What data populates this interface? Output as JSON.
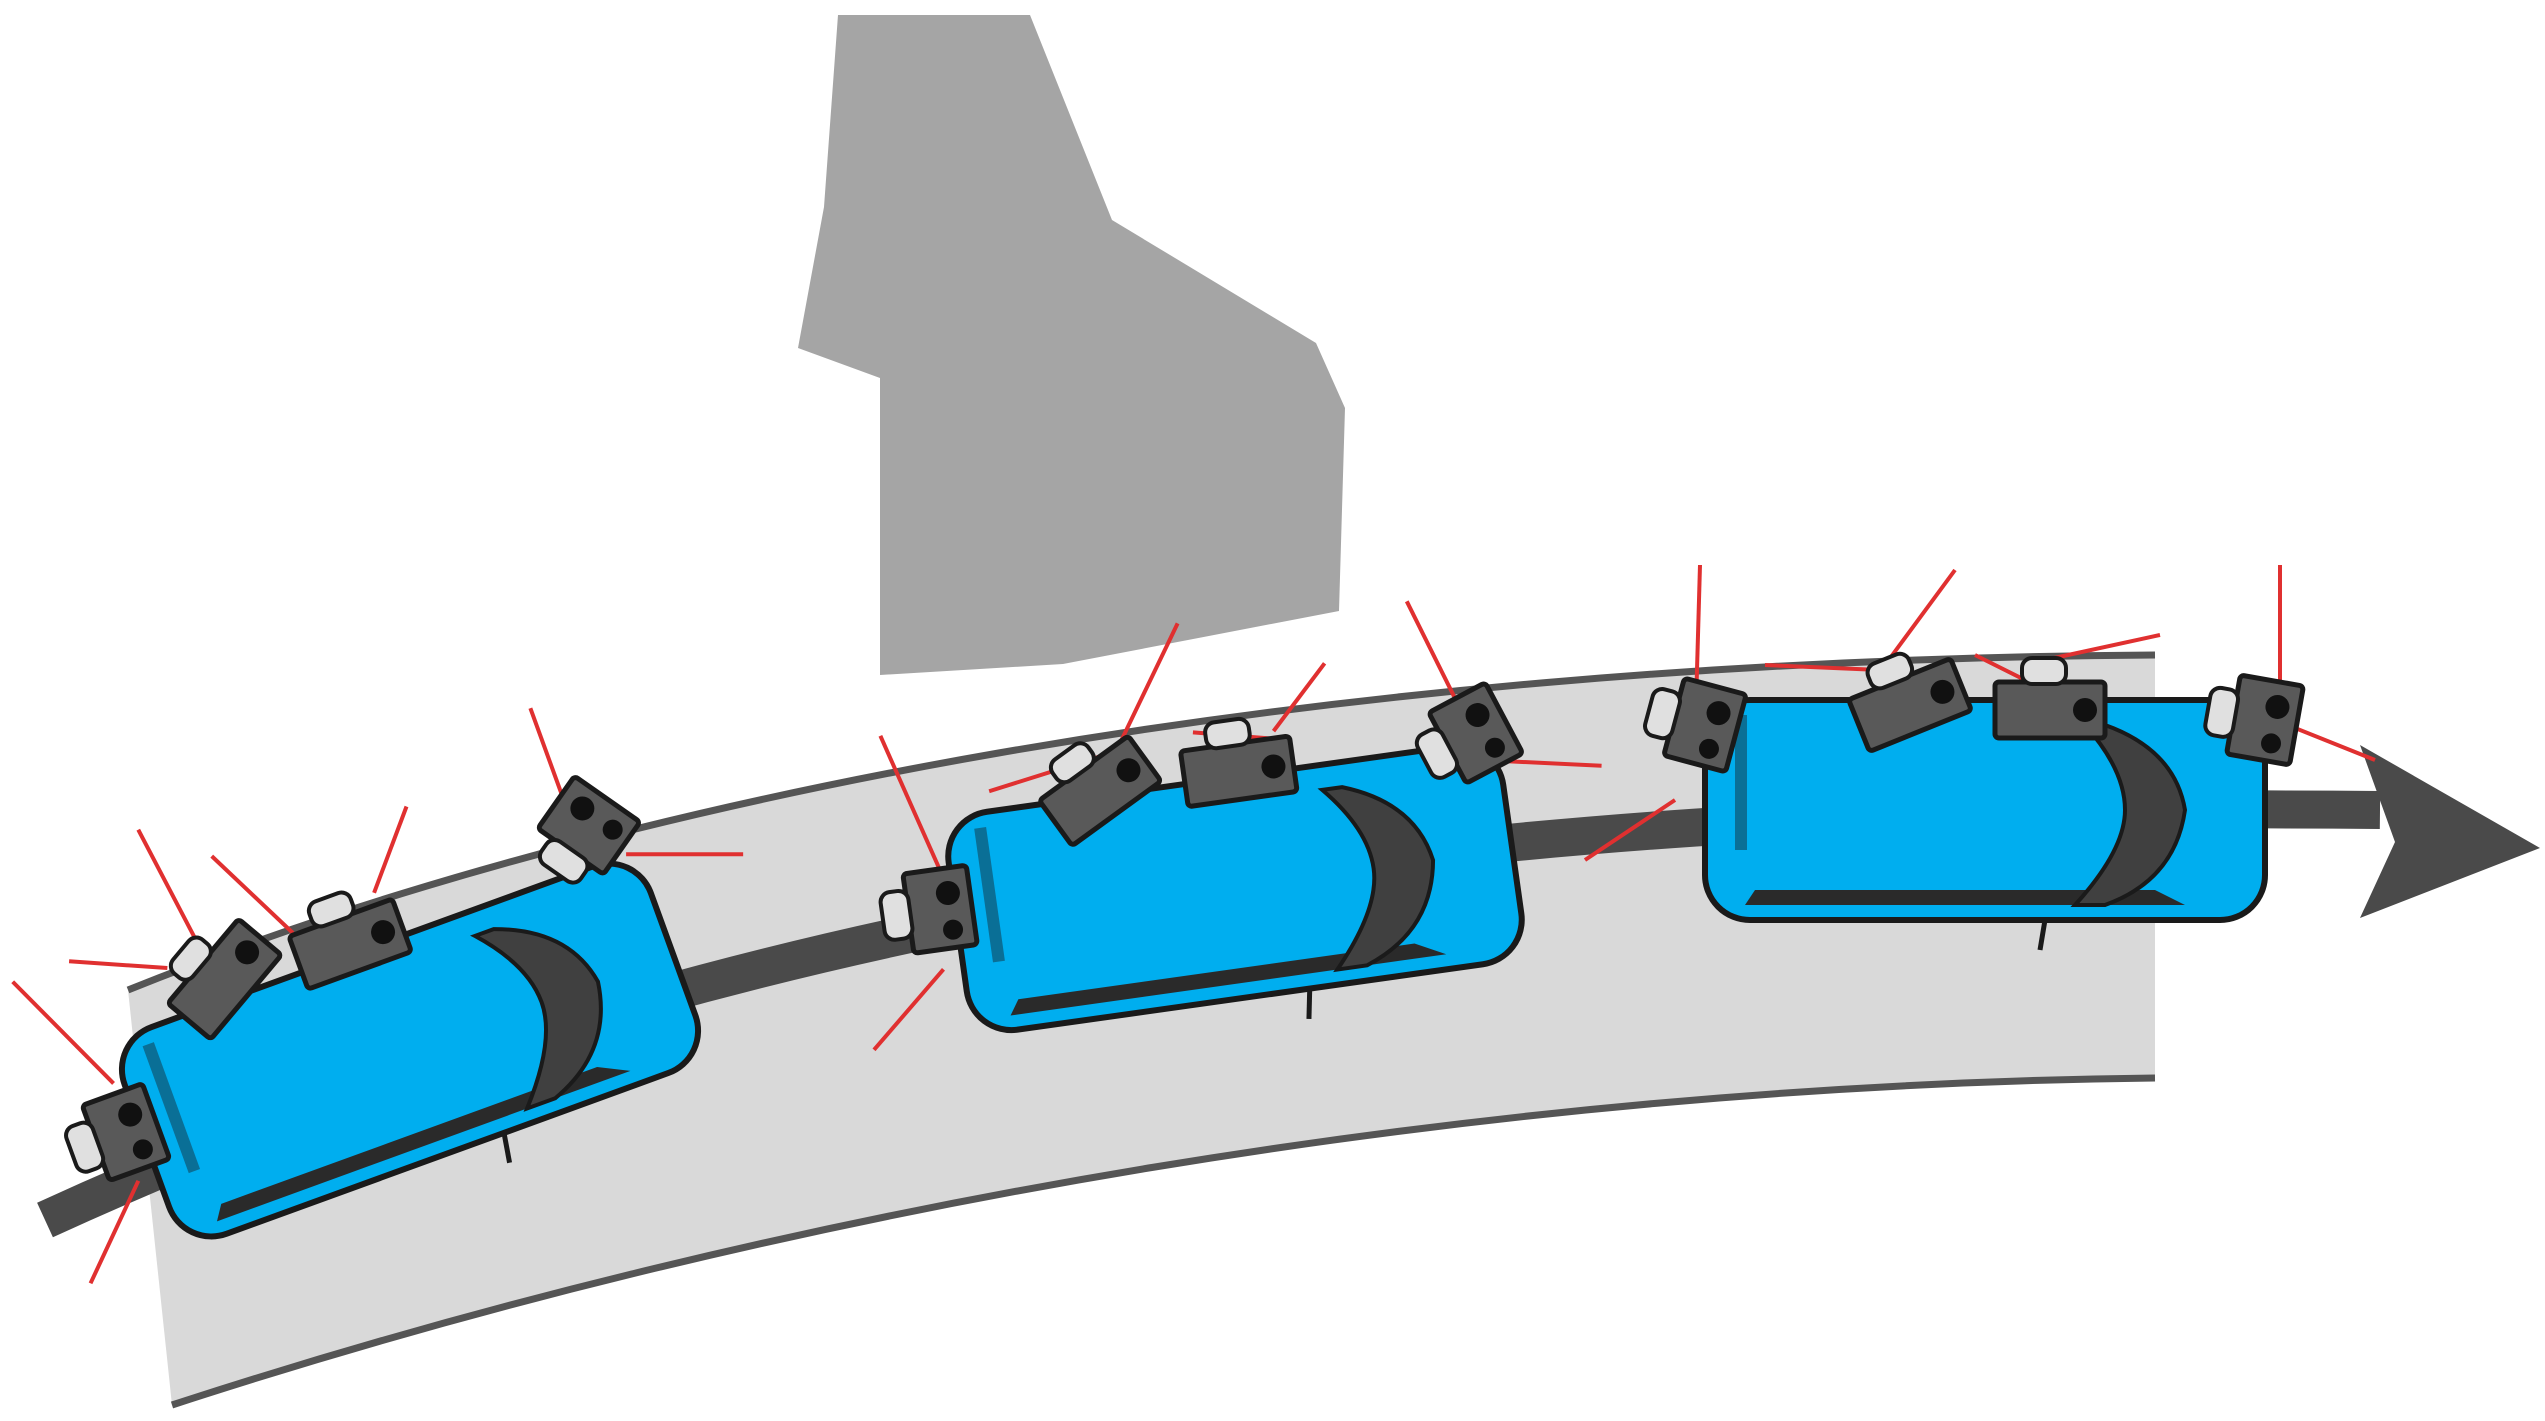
{
  "diagram": {
    "description_visible_text": "",
    "colors": {
      "background": "#ffffff",
      "road_fill": "#d9d9d9",
      "road_edge": "#555555",
      "building": "#a5a5a5",
      "path_arrow": "#4a4a4a",
      "car_body": "#00aeef",
      "car_outline": "#1a1a1a",
      "car_window": "#404040",
      "sensor_body": "#595959",
      "sensor_lens": "#111111",
      "sensor_cap": "#e0e0e0",
      "scan_ray": "#e03030"
    },
    "icons": [
      "building-shape",
      "road-strip",
      "trajectory-arrow",
      "car-icon",
      "camera-sensor-icon",
      "lidar-sensor-icon",
      "scan-ray"
    ],
    "cars": [
      {
        "label": "car-pose-1"
      },
      {
        "label": "car-pose-2"
      },
      {
        "label": "car-pose-3"
      }
    ]
  }
}
